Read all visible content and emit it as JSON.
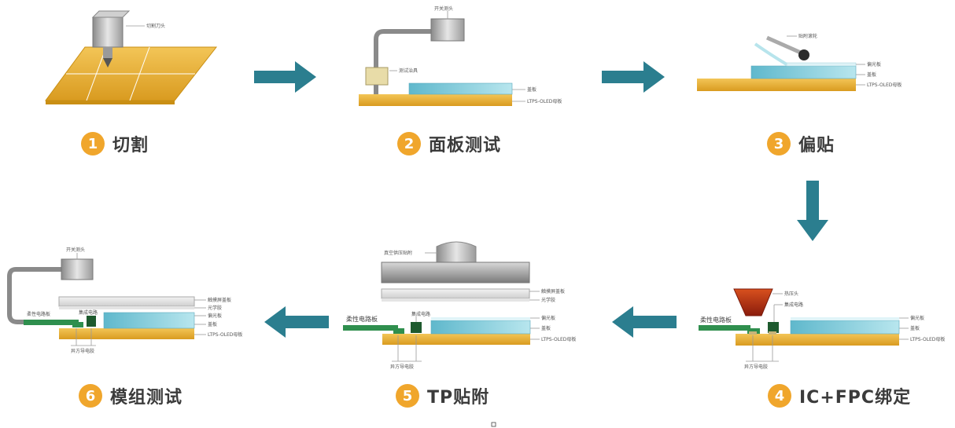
{
  "steps": [
    {
      "num": "1",
      "title": "切割"
    },
    {
      "num": "2",
      "title": "面板测试"
    },
    {
      "num": "3",
      "title": "偏贴"
    },
    {
      "num": "4",
      "title": "IC+FPC绑定"
    },
    {
      "num": "5",
      "title": "TP贴附"
    },
    {
      "num": "6",
      "title": "模组测试"
    }
  ],
  "callouts": {
    "s1_cutter": "切割刀头",
    "s2_probe_top": "开关测头",
    "s2_probe_mid": "测试治具",
    "s2_cover": "盖板",
    "s2_panel": "LTPS-OLED母板",
    "s3_roller": "贴附滚轮",
    "s3_polarizer": "偏光板",
    "s3_cover": "盖板",
    "s3_panel": "LTPS-OLED母板",
    "s4_head": "热压头",
    "s4_ic": "集成电路",
    "s4_fpc": "柔性电路板",
    "s4_acf": "异方导电胶",
    "s4_polarizer": "偏光板",
    "s4_cover": "盖板",
    "s4_panel": "LTPS-OLED母板",
    "s5_press": "真空供压贴附",
    "s5_tp": "触摸屏盖板",
    "s5_oca": "光学胶",
    "s5_fpc": "柔性电路板",
    "s5_ic": "集成电路",
    "s5_acf": "异方导电胶",
    "s5_polarizer": "偏光板",
    "s5_cover": "盖板",
    "s5_panel": "LTPS-OLED母板",
    "s6_probe": "开关测头",
    "s6_fpc": "柔性电路板",
    "s6_ic": "集成电路",
    "s6_acf": "异方导电胶",
    "s6_tp": "触摸屏盖板",
    "s6_oca": "光学胶",
    "s6_polarizer": "偏光板",
    "s6_cover": "盖板",
    "s6_panel": "LTPS-OLED母板"
  },
  "colors": {
    "arrow": "#2b7e8f",
    "badge": "#f0a62c",
    "substrate": "#e9b13a",
    "glass": "#8fd3e0",
    "fpc": "#2f8f4e"
  }
}
